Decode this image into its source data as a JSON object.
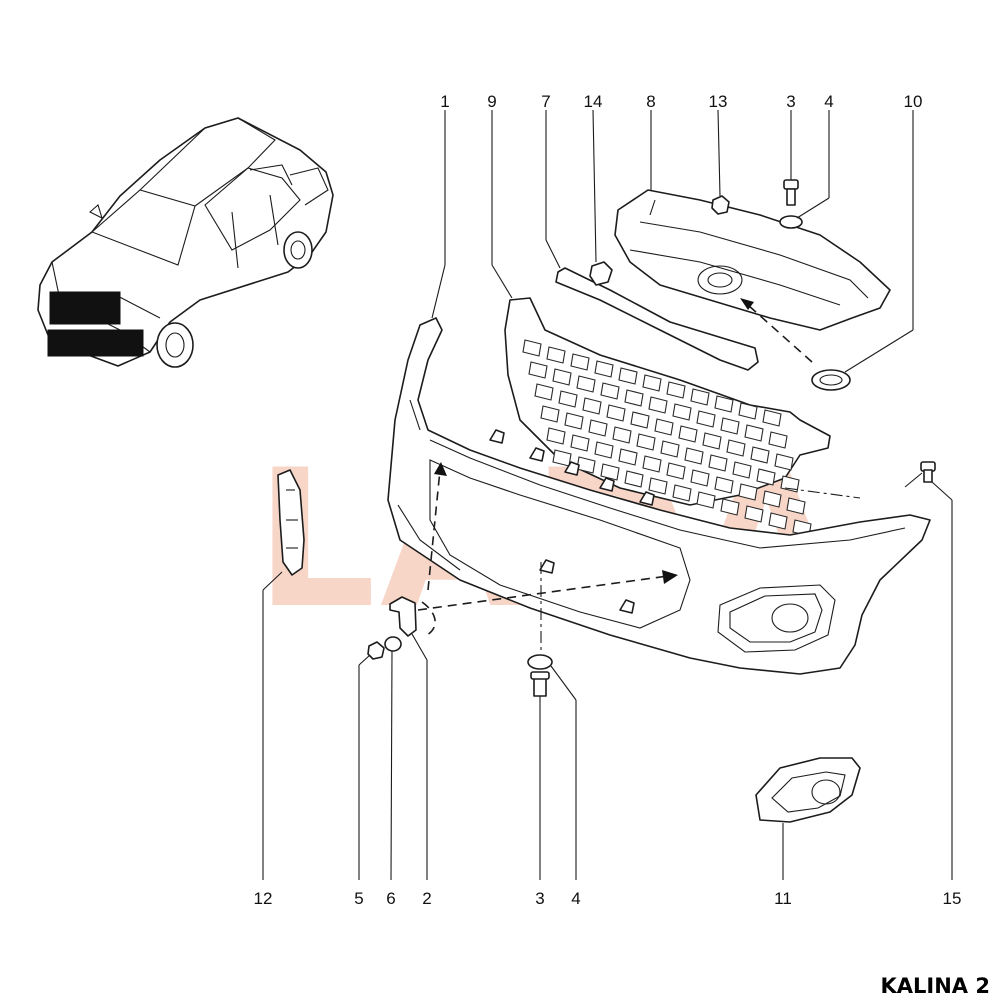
{
  "diagram": {
    "watermark_text": "LADA",
    "model_label": "KALINA 2",
    "colors": {
      "line": "#1c1c1c",
      "watermark": "#f3c1ab",
      "background": "#ffffff"
    },
    "callouts": [
      {
        "id": "c1",
        "number": "1"
      },
      {
        "id": "c9",
        "number": "9"
      },
      {
        "id": "c7",
        "number": "7"
      },
      {
        "id": "c14",
        "number": "14"
      },
      {
        "id": "c8",
        "number": "8"
      },
      {
        "id": "c13",
        "number": "13"
      },
      {
        "id": "c3top",
        "number": "3"
      },
      {
        "id": "c4top",
        "number": "4"
      },
      {
        "id": "c10",
        "number": "10"
      },
      {
        "id": "c12",
        "number": "12"
      },
      {
        "id": "c5",
        "number": "5"
      },
      {
        "id": "c6",
        "number": "6"
      },
      {
        "id": "c2",
        "number": "2"
      },
      {
        "id": "c3bot",
        "number": "3"
      },
      {
        "id": "c4bot",
        "number": "4"
      },
      {
        "id": "c11",
        "number": "11"
      },
      {
        "id": "c15",
        "number": "15"
      }
    ]
  }
}
